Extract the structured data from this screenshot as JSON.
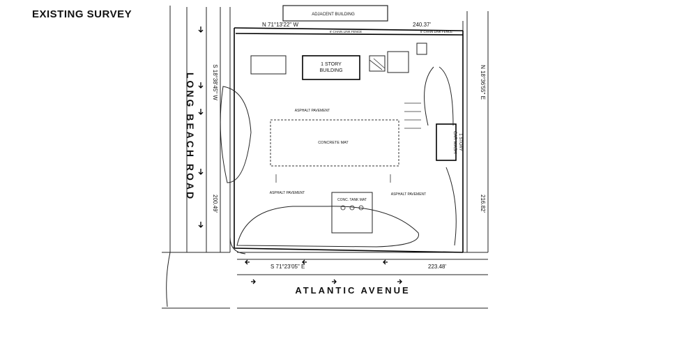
{
  "title": "EXISTING SURVEY",
  "adjacent_building": "ADJACENT BUILDING",
  "building_label_line1": "1 STORY",
  "building_label_line2": "BUILDING",
  "car_wash_line1": "1 STORY",
  "car_wash_line2": "CAR WASH",
  "concrete_mat": "CONCRETE MAT",
  "concrete_tank_mat": "CONC. TANK MAT",
  "asphalt_pavement_1": "ASPHALT PAVEMENT",
  "asphalt_pavement_2": "ASPHALT PAVEMENT",
  "asphalt_pavement_3": "ASPHALT PAVEMENT",
  "chain_link_fence_1": "6' CHAIN LINK FENCE",
  "chain_link_fence_2": "6' CHAIN LINK FENCE",
  "bearing_top": "N 71°13'22\" W",
  "distance_top": "240.37'",
  "bearing_left": "S 18°38'45\" W",
  "distance_left": "200.49'",
  "bearing_right": "N 18°36'55\" E",
  "distance_right": "216.82'",
  "bearing_bottom": "S 71°23'05\" E",
  "distance_bottom": "223.48'",
  "road_left": "LONG BEACH ROAD",
  "road_bottom": "ATLANTIC AVENUE"
}
